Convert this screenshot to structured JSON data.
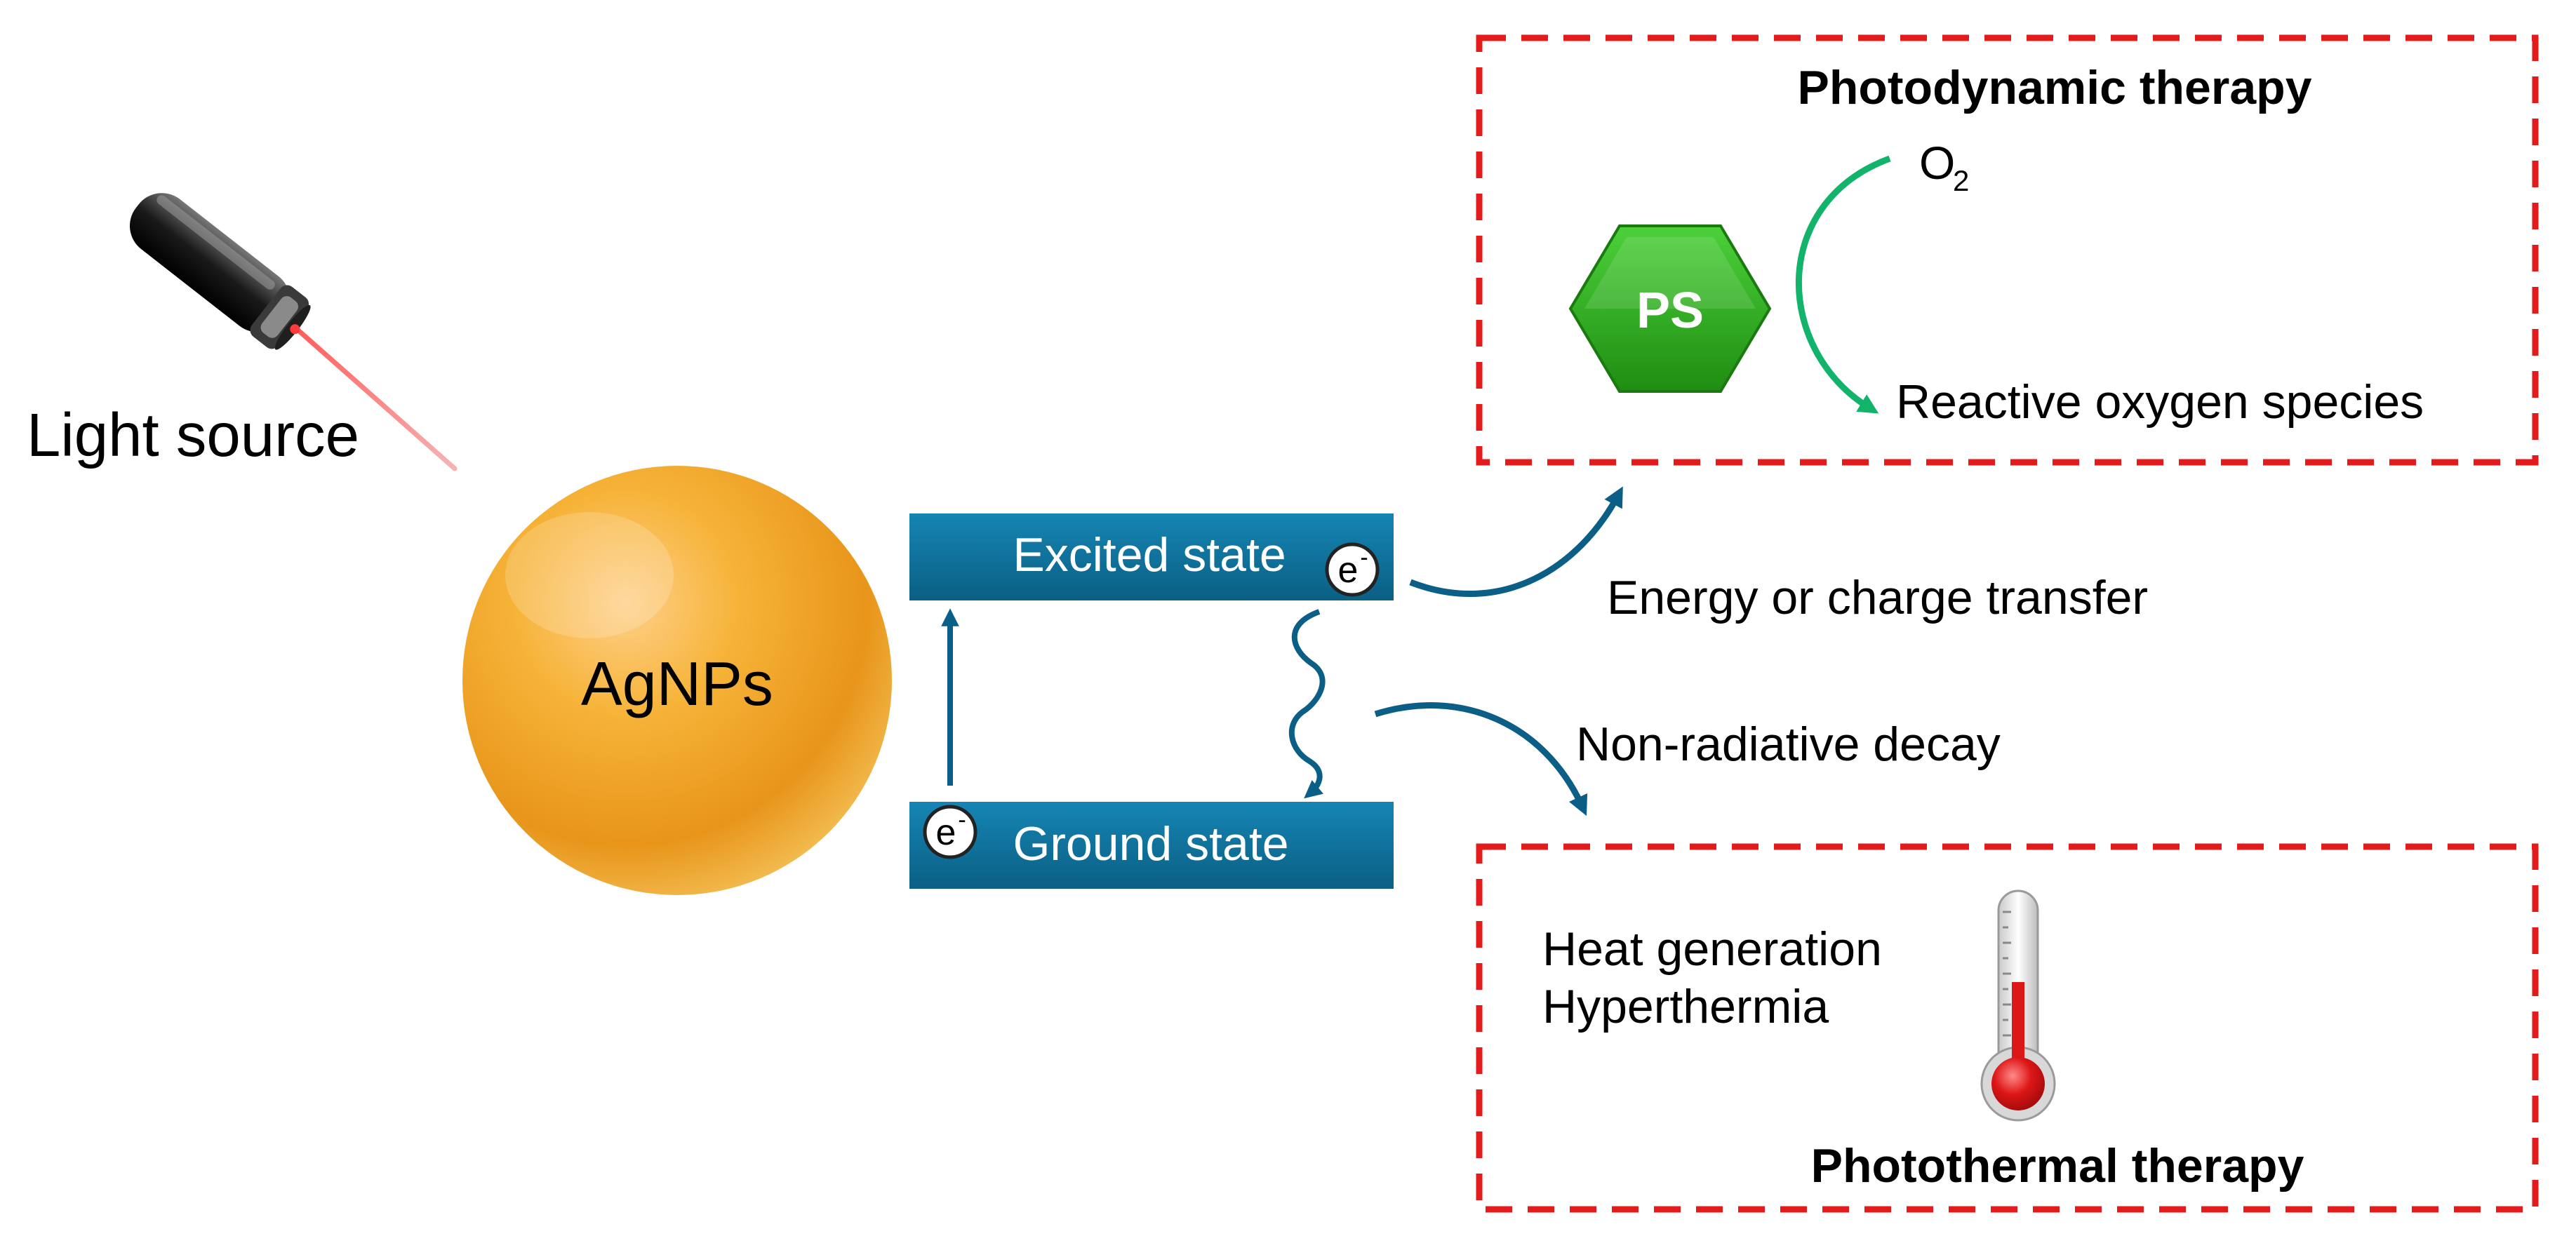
{
  "light_source": {
    "label": "Light source"
  },
  "nanoparticle": {
    "label": "AgNPs"
  },
  "states": {
    "excited": "Excited state",
    "ground": "Ground state",
    "electron": "e",
    "electron_sup": "-"
  },
  "transitions": {
    "energy_transfer": "Energy or charge transfer",
    "non_radiative": "Non-radiative decay"
  },
  "photodynamic": {
    "title": "Photodynamic therapy",
    "photosensitizer": "PS",
    "oxygen": "O",
    "oxygen_sub": "2",
    "product": "Reactive oxygen species"
  },
  "photothermal": {
    "title": "Photothermal therapy",
    "line1": "Heat generation",
    "line2": "Hyperthermia"
  },
  "colors": {
    "state_box": "#0f6e98",
    "arrow_blue": "#0b5f87",
    "pdt_arrow": "#12b36a",
    "ps_green": "#2fae1e",
    "dashed_border": "#e31b1b",
    "sphere": "#f0a321",
    "laser": "#f28a8a",
    "thermo_red": "#dd1616"
  }
}
